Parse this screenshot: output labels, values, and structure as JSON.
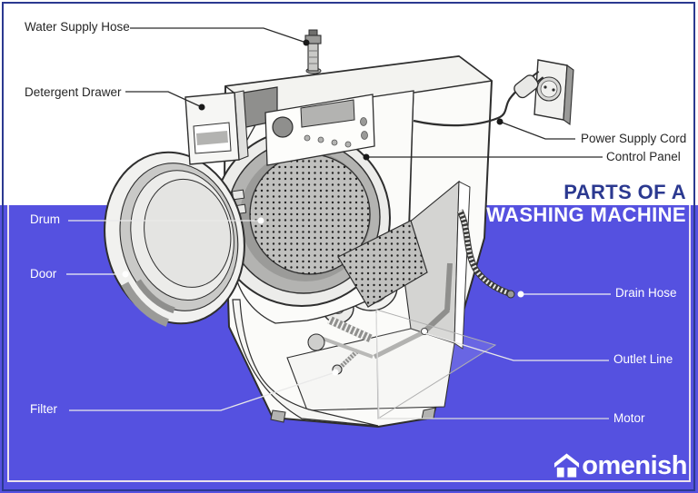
{
  "title": {
    "line1": "PARTS OF A",
    "line2": "WASHING MACHINE"
  },
  "labels": {
    "water_supply_hose": "Water Supply Hose",
    "detergent_drawer": "Detergent Drawer",
    "drum": "Drum",
    "door": "Door",
    "filter": "Filter",
    "power_supply_cord": "Power Supply Cord",
    "control_panel": "Control Panel",
    "drain_hose": "Drain Hose",
    "outlet_line": "Outlet Line",
    "motor": "Motor"
  },
  "logo": {
    "brand": "Homenish",
    "wordmark": "omenish",
    "icon": "house-icon"
  },
  "colors": {
    "background_blue": "#5551e0",
    "accent_navy": "#2b3990",
    "label_dark": "#262626",
    "label_light": "#ffffff",
    "inset_line": "#ece2ec"
  }
}
